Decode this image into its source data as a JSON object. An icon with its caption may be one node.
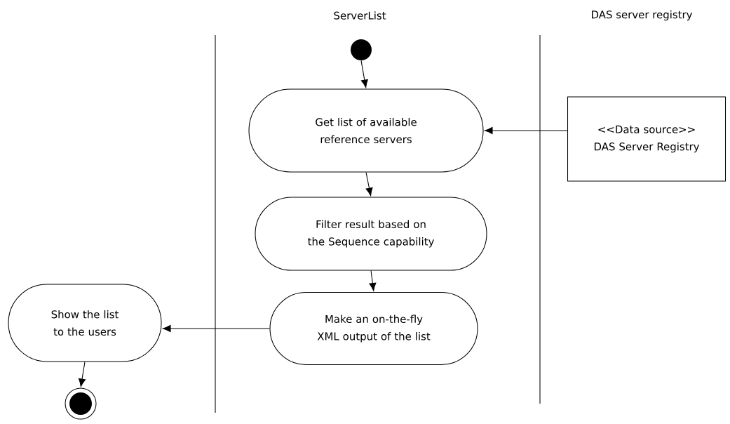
{
  "diagram": {
    "nodes": [
      {
        "text": [],
        "shape": "circle"
      },
      {
        "text": [
          "Get list of available reference servers"
        ]
      },
      {
        "text": [
          "<<Data source>> DAS Server Registry"
        ]
      },
      {
        "text": [
          "Filter result based on the Sequence capability"
        ]
      },
      {
        "text": [
          "Make an on-the-fly XML output of the list"
        ]
      },
      {
        "text": [
          "Show the list to the users"
        ]
      },
      {
        "text": [],
        "shape": "circle"
      }
    ],
    "edges": [
      {
        "from": 0,
        "to": 1,
        "arrow": "to"
      },
      {
        "from": 2,
        "to": 1,
        "arrow": "to"
      },
      {
        "from": 1,
        "to": 3,
        "arrow": "to"
      },
      {
        "from": 3,
        "to": 4,
        "arrow": "to"
      },
      {
        "from": 4,
        "to": 5,
        "arrow": "to"
      },
      {
        "from": 5,
        "to": 6,
        "arrow": "to"
      }
    ],
    "labels": [
      "ServerList",
      "DAS server registry"
    ]
  }
}
